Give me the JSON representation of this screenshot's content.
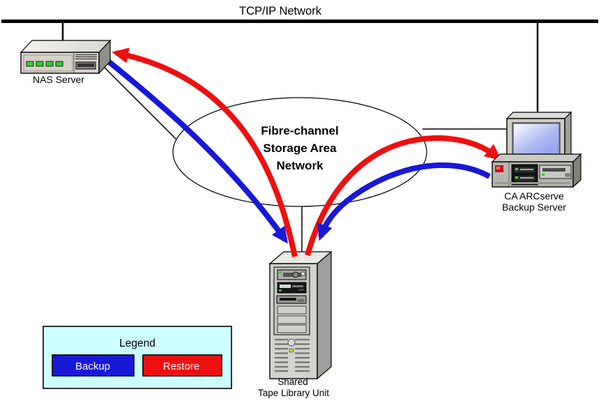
{
  "diagram": {
    "network_label": "TCP/IP Network",
    "nas": {
      "label": "NAS Server"
    },
    "backup_server": {
      "label_line1": "CA ARCserve",
      "label_line2": "Backup Server"
    },
    "san": {
      "label_line1": "Fibre-channel",
      "label_line2": "Storage Area",
      "label_line3": "Network"
    },
    "tape_library": {
      "label_line1": "Shared",
      "label_line2": "Tape Library Unit"
    },
    "legend": {
      "title": "Legend",
      "backup_label": "Backup",
      "restore_label": "Restore"
    },
    "colors": {
      "backup_blue": "#1818D8",
      "restore_red": "#EE1010",
      "legend_bg": "#CCFFFF",
      "bus_black": "#000000"
    }
  }
}
